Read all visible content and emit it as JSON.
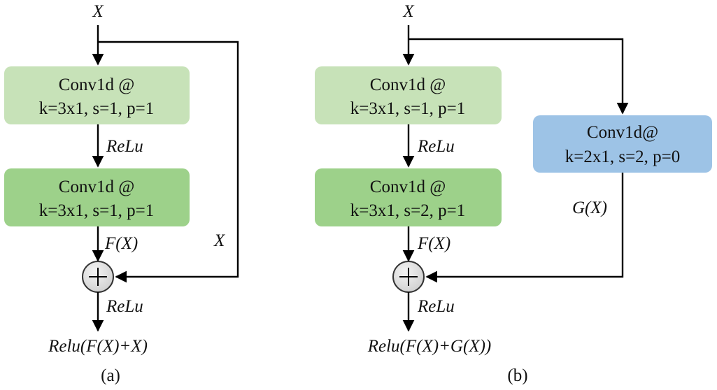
{
  "diagram_a": {
    "input_label": "X",
    "conv1": {
      "line1": "Conv1d @",
      "line2": "k=3x1, s=1, p=1",
      "color": "#c7e2b8"
    },
    "act1": "ReLu",
    "conv2": {
      "line1": "Conv1d @",
      "line2": "k=3x1, s=1, p=1",
      "color": "#9dd18a"
    },
    "fx_label": "F(X)",
    "skip_label": "X",
    "act2": "ReLu",
    "output_label": "Relu(F(X)+X)",
    "caption": "(a)"
  },
  "diagram_b": {
    "input_label": "X",
    "conv1": {
      "line1": "Conv1d @",
      "line2": "k=3x1, s=1, p=1",
      "color": "#c7e2b8"
    },
    "act1": "ReLu",
    "conv2": {
      "line1": "Conv1d @",
      "line2": "k=3x1, s=2, p=1",
      "color": "#9dd18a"
    },
    "fx_label": "F(X)",
    "shortcut_conv": {
      "line1": "Conv1d@",
      "line2": "k=2x1, s=2, p=0",
      "color": "#9dc3e6"
    },
    "gx_label": "G(X)",
    "act2": "ReLu",
    "output_label": "Relu(F(X)+G(X))",
    "caption": "(b)"
  },
  "sum_symbol": "+"
}
